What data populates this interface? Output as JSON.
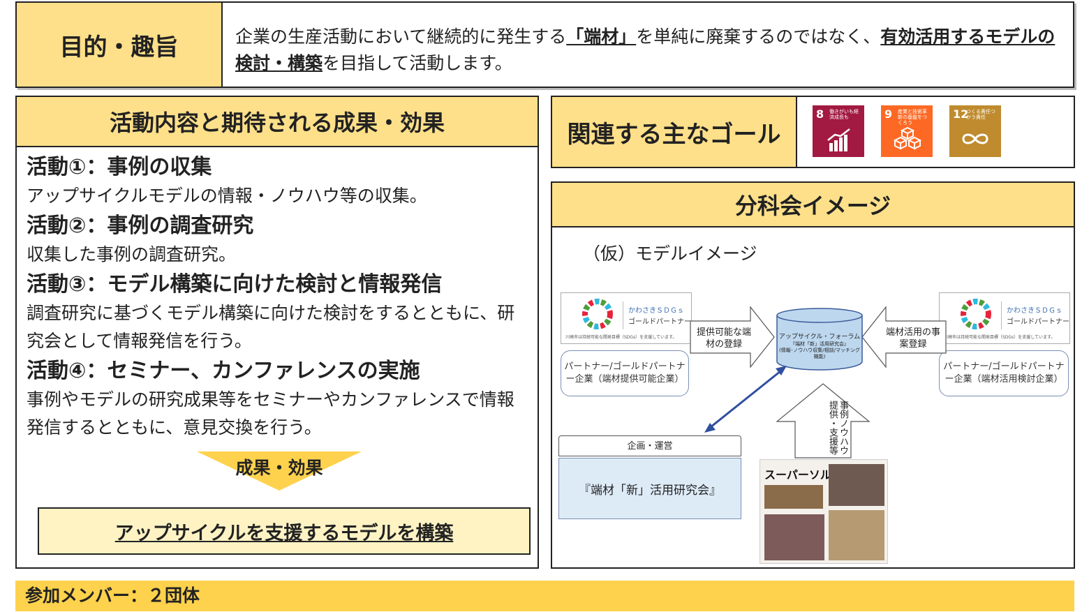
{
  "purpose": {
    "heading": "目的・趣旨",
    "text_1": "企業の生産活動において継続的に発生する",
    "text_2": "「端材」",
    "text_3": "を単純に廃棄するのではなく、",
    "text_4": "有効活用するモデルの検討・構築",
    "text_5": "を目指して活動します。"
  },
  "activities": {
    "heading": "活動内容と期待される成果・効果",
    "items": [
      {
        "title": "活動①：事例の収集",
        "text": "アップサイクルモデルの情報・ノウハウ等の収集。"
      },
      {
        "title": "活動②：事例の調査研究",
        "text": "収集した事例の調査研究。"
      },
      {
        "title": "活動③：モデル構築に向けた検討と情報発信",
        "text": "調査研究に基づくモデル構築に向けた検討をするとともに、研究会として情報発信を行う。"
      },
      {
        "title": "活動④：セミナー、カンファレンスの実施",
        "text": "事例やモデルの研究成果等をセミナーやカンファレンスで情報発信するとともに、意見交換を行う。"
      }
    ],
    "result_label": "成果・効果",
    "result_text": "アップサイクルを支援するモデルを構築"
  },
  "goals": {
    "heading": "関連する主なゴール",
    "icons": [
      {
        "number": "8",
        "label": "働きがいも経済成長も",
        "color": "#A21942",
        "icon": "growth-chart-icon"
      },
      {
        "number": "9",
        "label": "産業と技術革新の基盤をつくろう",
        "color": "#FD6925",
        "icon": "cubes-icon"
      },
      {
        "number": "12",
        "label": "つくる責任つかう責任",
        "color": "#BF8B2E",
        "icon": "infinity-icon"
      }
    ]
  },
  "image": {
    "heading": "分科会イメージ",
    "subtitle": "（仮）モデルイメージ",
    "card_brand": "かわさきＳＤＧｓ",
    "card_badge": "ゴールドパートナー",
    "card_note": "川崎市は持続可能な開発目標（SDGs）を支援しています。",
    "left_partner": "パートナー/ゴールドパートナー企業（端材提供可能企業）",
    "right_partner": "パートナー/ゴールドパートナー企業（端材活用検討企業）",
    "arrow_left": "提供可能な端材の登録",
    "arrow_right": "端材活用の事案登録",
    "forum_1": "アップサイクル・フォーラム",
    "forum_2": "『端材「新」活用研究会』",
    "forum_3": "(情報･ノウハウ収集/相談/マッチング機能)",
    "up_arrow": "事例ノウハウ提供・支援等",
    "org_label": "企画・運営",
    "org_name": "『端材「新」活用研究会』",
    "photo_brand": "スーパーソル"
  },
  "members": "参加メンバー：２団体"
}
